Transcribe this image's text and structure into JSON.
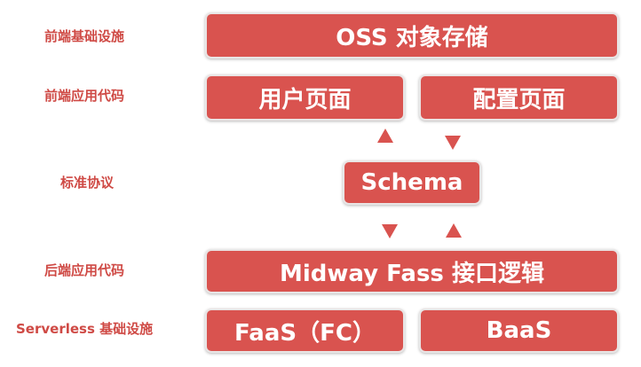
{
  "layers": {
    "infra_label": "前端基础设施",
    "frontend_code_label": "前端应用代码",
    "protocol_label": "标准协议",
    "backend_code_label": "后端应用代码",
    "serverless_label": "Serverless 基础设施"
  },
  "boxes": {
    "oss": "OSS 对象存储",
    "user_page": "用户页面",
    "config_page": "配置页面",
    "schema": "Schema",
    "midway": "Midway Fass 接口逻辑",
    "faas": "FaaS（FC）",
    "baas": "BaaS"
  },
  "colors": {
    "accent": "#d9534f",
    "label": "#cf4a45"
  }
}
